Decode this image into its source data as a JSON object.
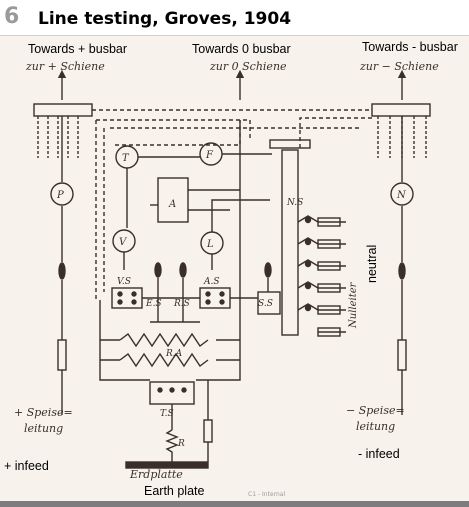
{
  "slide": {
    "number": "6",
    "title": "Line testing, Groves, 1904",
    "footer_note": "C1 - Internal"
  },
  "overlay_labels": {
    "towards_plus": "Towards + busbar",
    "towards_zero": "Towards 0 busbar",
    "towards_minus": "Towards - busbar",
    "neutral": "neutral",
    "plus_infeed": "+ infeed",
    "minus_infeed": "- infeed",
    "earth_plate": "Earth plate"
  },
  "diagram_labels": {
    "zur_plus": "zur + Schiene",
    "zur_zero": "zur 0 Schiene",
    "zur_minus": "zur − Schiene",
    "P": "P",
    "T": "T",
    "F": "F",
    "A": "A",
    "V": "V",
    "L": "L",
    "N": "N",
    "NS": "N.S",
    "VS": "V.S",
    "ES": "E.S",
    "RS": "R.S",
    "AS": "A.S",
    "SS": "S.S",
    "RA": "R.A",
    "TS": "T.S",
    "R": "R",
    "nulleiter": "Nulleiter",
    "speise_plus_1": "+ Speise=",
    "speise_plus_2": "leitung",
    "speise_minus_1": "− Speise=",
    "speise_minus_2": "leitung",
    "erdplatte": "Erdplatte"
  }
}
